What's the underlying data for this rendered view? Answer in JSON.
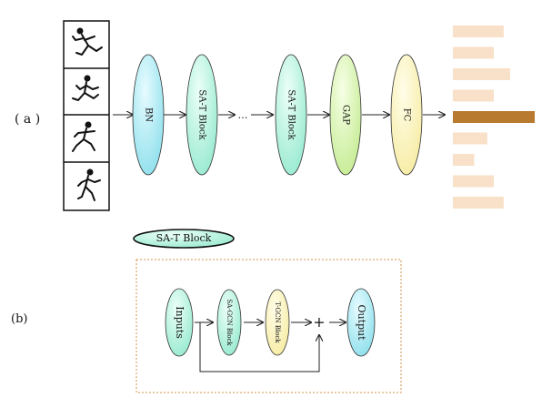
{
  "part_a": {
    "label": "( a )",
    "frames": [
      "runner-pose-1",
      "runner-pose-2",
      "runner-pose-3",
      "runner-pose-4"
    ],
    "blocks": [
      {
        "label": "BN",
        "color": "#a9ecf5"
      },
      {
        "label": "SA-T Block",
        "color": "#b8f5e4"
      },
      {
        "label": "SA-T Block",
        "color": "#b8f5e4"
      },
      {
        "label": "GAP",
        "color": "#d8f5b0"
      },
      {
        "label": "FC",
        "color": "#fdf6c0"
      }
    ],
    "ellipsis": "…",
    "output_bars": {
      "values": [
        0.62,
        0.5,
        0.7,
        0.5,
        1.0,
        0.42,
        0.26,
        0.5,
        0.62
      ],
      "highlight_index": 4,
      "color": "#f9e0c8",
      "highlight_color": "#b87a2e"
    }
  },
  "legend": {
    "label": "SA-T Block",
    "color": "#b8f5e4"
  },
  "part_b": {
    "label": "(b)",
    "blocks": [
      {
        "label": "Inputs",
        "color": "#b8f5e4"
      },
      {
        "label": "SA-GCN Block",
        "color": "#b8f5e4"
      },
      {
        "label": "T-GCN Block",
        "color": "#fdf6c0"
      },
      {
        "label": "Output",
        "color": "#a9ecf5"
      }
    ],
    "sum_symbol": "+",
    "border_color": "#d4904a"
  }
}
